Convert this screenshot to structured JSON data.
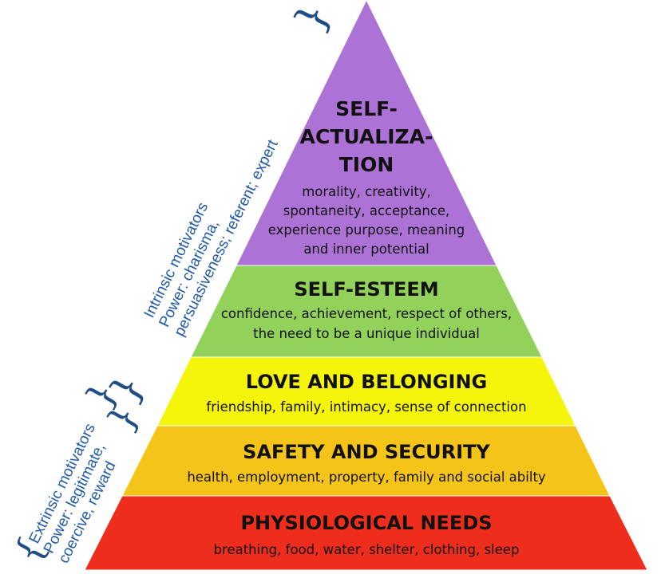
{
  "pyramid": {
    "levels": [
      {
        "id": "self-actualization",
        "title_lines": [
          "SELF-",
          "ACTUALIZA-",
          "TION"
        ],
        "desc_lines": [
          "morality, creativity,",
          "spontaneity, acceptance,",
          "experience purpose, meaning",
          "and inner potential"
        ],
        "color": "#ac72d6"
      },
      {
        "id": "self-esteem",
        "title_lines": [
          "SELF-ESTEEM"
        ],
        "desc_lines": [
          "confidence, achievement, respect of others,",
          "the need to be a unique individual"
        ],
        "color": "#92d15a"
      },
      {
        "id": "love-belonging",
        "title_lines": [
          "LOVE AND BELONGING"
        ],
        "desc_lines": [
          "friendship, family, intimacy, sense of connection"
        ],
        "color": "#f5f50c"
      },
      {
        "id": "safety-security",
        "title_lines": [
          "SAFETY AND SECURITY"
        ],
        "desc_lines": [
          "health, employment, property, family and social abilty"
        ],
        "color": "#f5c418"
      },
      {
        "id": "physiological",
        "title_lines": [
          "PHYSIOLOGICAL NEEDS"
        ],
        "desc_lines": [
          "breathing, food, water, shelter, clothing, sleep"
        ],
        "color": "#ef2d1d"
      }
    ]
  },
  "annotations": {
    "intrinsic": [
      "Intrinsic motivators",
      "Power: charisma,",
      "persuasiveness; referent; expert"
    ],
    "extrinsic": [
      "Extrinsic motivators",
      "Power: legitimate,",
      "coercive, reward"
    ]
  },
  "colors": {
    "annotation_text": "#1f5aa8",
    "brace": "#1f4e86"
  }
}
